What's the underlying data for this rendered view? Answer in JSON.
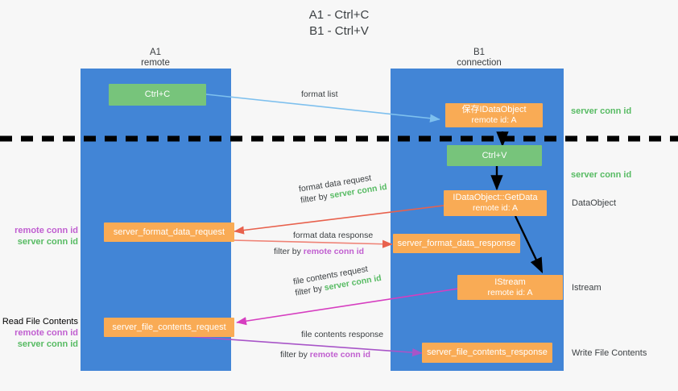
{
  "title": {
    "line1": "A1 - Ctrl+C",
    "line2": "B1 - Ctrl+V"
  },
  "columns": [
    {
      "name": "A1",
      "role": "remote"
    },
    {
      "name": "B1",
      "role": "connection"
    }
  ],
  "colors": {
    "lane": "#4285d6",
    "orange": "#f9ab55",
    "green": "#77c47b",
    "server_conn": "#57bb63",
    "remote_conn": "#c05ed0",
    "arrow_blue": "#7ec0ee",
    "arrow_red": "#e8614d",
    "arrow_magenta": "#d63ec0",
    "arrow_purple": "#a855c8",
    "arrow_black": "#000000",
    "background": "#f7f7f7"
  },
  "nodes": {
    "ctrl_c": {
      "label": "Ctrl+C"
    },
    "save_idataobject": {
      "line1": "保存IDataObject",
      "line2": "remote id: A"
    },
    "ctrl_v": {
      "label": "Ctrl+V"
    },
    "getdata": {
      "line1": "IDataObject::GetData",
      "line2": "remote id: A"
    },
    "istream": {
      "line1": "IStream",
      "line2": "remote id: A"
    },
    "server_format_data_request": {
      "label": "server_format_data_request"
    },
    "server_format_data_response": {
      "label": "server_format_data_response"
    },
    "server_file_contents_request": {
      "label": "server_file_contents_request"
    },
    "server_file_contents_response": {
      "label": "server_file_contents_response"
    }
  },
  "edge_labels": {
    "format_list": "format list",
    "format_data_request": "format data request",
    "format_data_request_filter_prefix": "filter by ",
    "format_data_request_filter_value": "server conn id",
    "format_data_response": "format data response",
    "format_data_response_filter_prefix": "filter by ",
    "format_data_response_filter_value": "remote conn id",
    "file_contents_request": "file contents request",
    "file_contents_request_filter_prefix": "filter by ",
    "file_contents_request_filter_value": "server conn id",
    "file_contents_response": "file contents response",
    "file_contents_response_filter_prefix": "filter by ",
    "file_contents_response_filter_value": "remote conn id"
  },
  "right_labels": {
    "server_conn_id_top": "server conn id",
    "server_conn_id_mid": "server conn id",
    "dataobject": "DataObject",
    "istream": "Istream",
    "write_file_contents": "Write File Contents"
  },
  "left_labels": {
    "remote_conn_id_1": "remote conn id",
    "server_conn_id_1": "server conn id",
    "read_file_contents": "Read File Contents",
    "remote_conn_id_2": "remote conn id",
    "server_conn_id_2": "server conn id"
  }
}
